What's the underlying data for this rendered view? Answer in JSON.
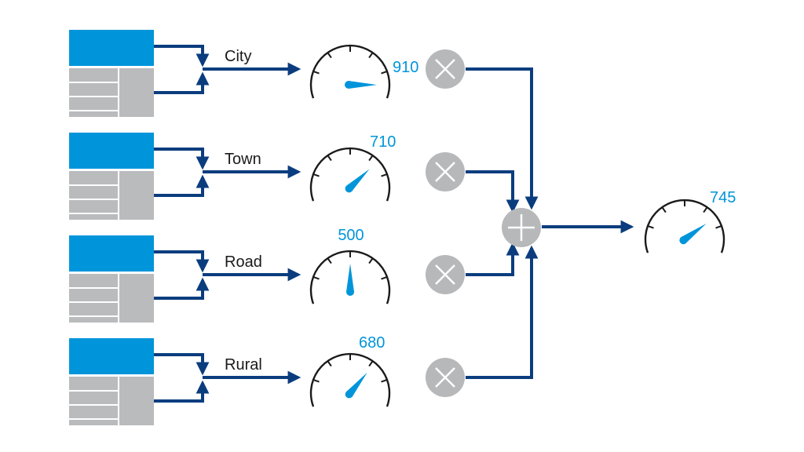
{
  "colors": {
    "arrow": "#0b3d7e",
    "doc_header": "#0095da",
    "doc_body": "#b9bbbd",
    "gauge_needle": "#0095da",
    "value_text": "#0095da",
    "operator_circle": "#b6b8ba",
    "operator_symbol": "#ffffff",
    "gauge_stroke": "#1a1a1a"
  },
  "icons": {
    "source": "document-table-icon",
    "meter": "speedometer-gauge-icon",
    "multiply": "multiply-circle-icon",
    "sum": "plus-circle-icon"
  },
  "gauge_scale": {
    "min": 0,
    "max": 1000
  },
  "rows": [
    {
      "label": "City",
      "value": "910",
      "level": 910
    },
    {
      "label": "Town",
      "value": "710",
      "level": 710
    },
    {
      "label": "Road",
      "value": "500",
      "level": 500
    },
    {
      "label": "Rural",
      "value": "680",
      "level": 680
    }
  ],
  "result": {
    "value": "745",
    "level": 745
  }
}
